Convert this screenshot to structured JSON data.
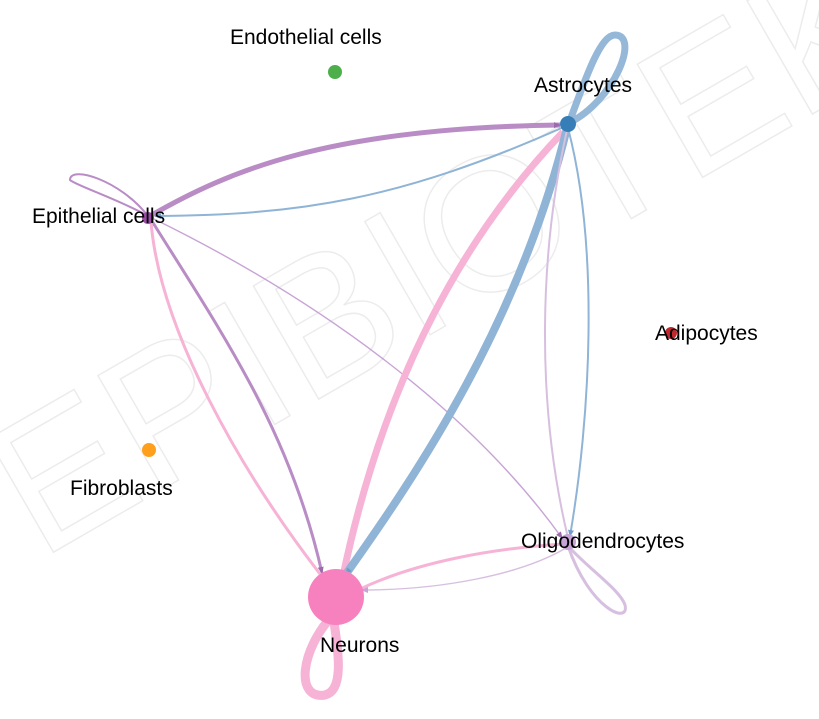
{
  "watermark": {
    "text": "EPIBIOTEK"
  },
  "nodes": [
    {
      "id": "endothelial",
      "label": "Endothelial cells",
      "color": "#4daf4a"
    },
    {
      "id": "astrocytes",
      "label": "Astrocytes",
      "color": "#377eb8"
    },
    {
      "id": "epithelial",
      "label": "Epithelial cells",
      "color": "#984ea3"
    },
    {
      "id": "adipocytes",
      "label": "Adipocytes",
      "color": "#c0282d"
    },
    {
      "id": "fibroblasts",
      "label": "Fibroblasts",
      "color": "#ff9f1c"
    },
    {
      "id": "oligodendrocytes",
      "label": "Oligodendrocytes",
      "color": "#c7a4d6"
    },
    {
      "id": "neurons",
      "label": "Neurons",
      "color": "#f781bf"
    }
  ],
  "edges": [
    {
      "from": "astrocytes",
      "to": "astrocytes",
      "color": "#8fb4d6"
    },
    {
      "from": "astrocytes",
      "to": "neurons",
      "color": "#8fb4d6"
    },
    {
      "from": "astrocytes",
      "to": "epithelial",
      "color": "#8fb4d6"
    },
    {
      "from": "astrocytes",
      "to": "oligodendrocytes",
      "color": "#8fb4d6"
    },
    {
      "from": "epithelial",
      "to": "epithelial",
      "color": "#b98cc6"
    },
    {
      "from": "epithelial",
      "to": "astrocytes",
      "color": "#b98cc6"
    },
    {
      "from": "epithelial",
      "to": "neurons",
      "color": "#b98cc6"
    },
    {
      "from": "epithelial",
      "to": "oligodendrocytes",
      "color": "#b98cc6"
    },
    {
      "from": "neurons",
      "to": "neurons",
      "color": "#f6b3d5"
    },
    {
      "from": "neurons",
      "to": "astrocytes",
      "color": "#f6b3d5"
    },
    {
      "from": "neurons",
      "to": "epithelial",
      "color": "#f6b3d5"
    },
    {
      "from": "neurons",
      "to": "oligodendrocytes",
      "color": "#f6b3d5"
    },
    {
      "from": "oligodendrocytes",
      "to": "oligodendrocytes",
      "color": "#d7bfe0"
    },
    {
      "from": "oligodendrocytes",
      "to": "neurons",
      "color": "#d7bfe0"
    },
    {
      "from": "oligodendrocytes",
      "to": "astrocytes",
      "color": "#d7bfe0"
    }
  ]
}
